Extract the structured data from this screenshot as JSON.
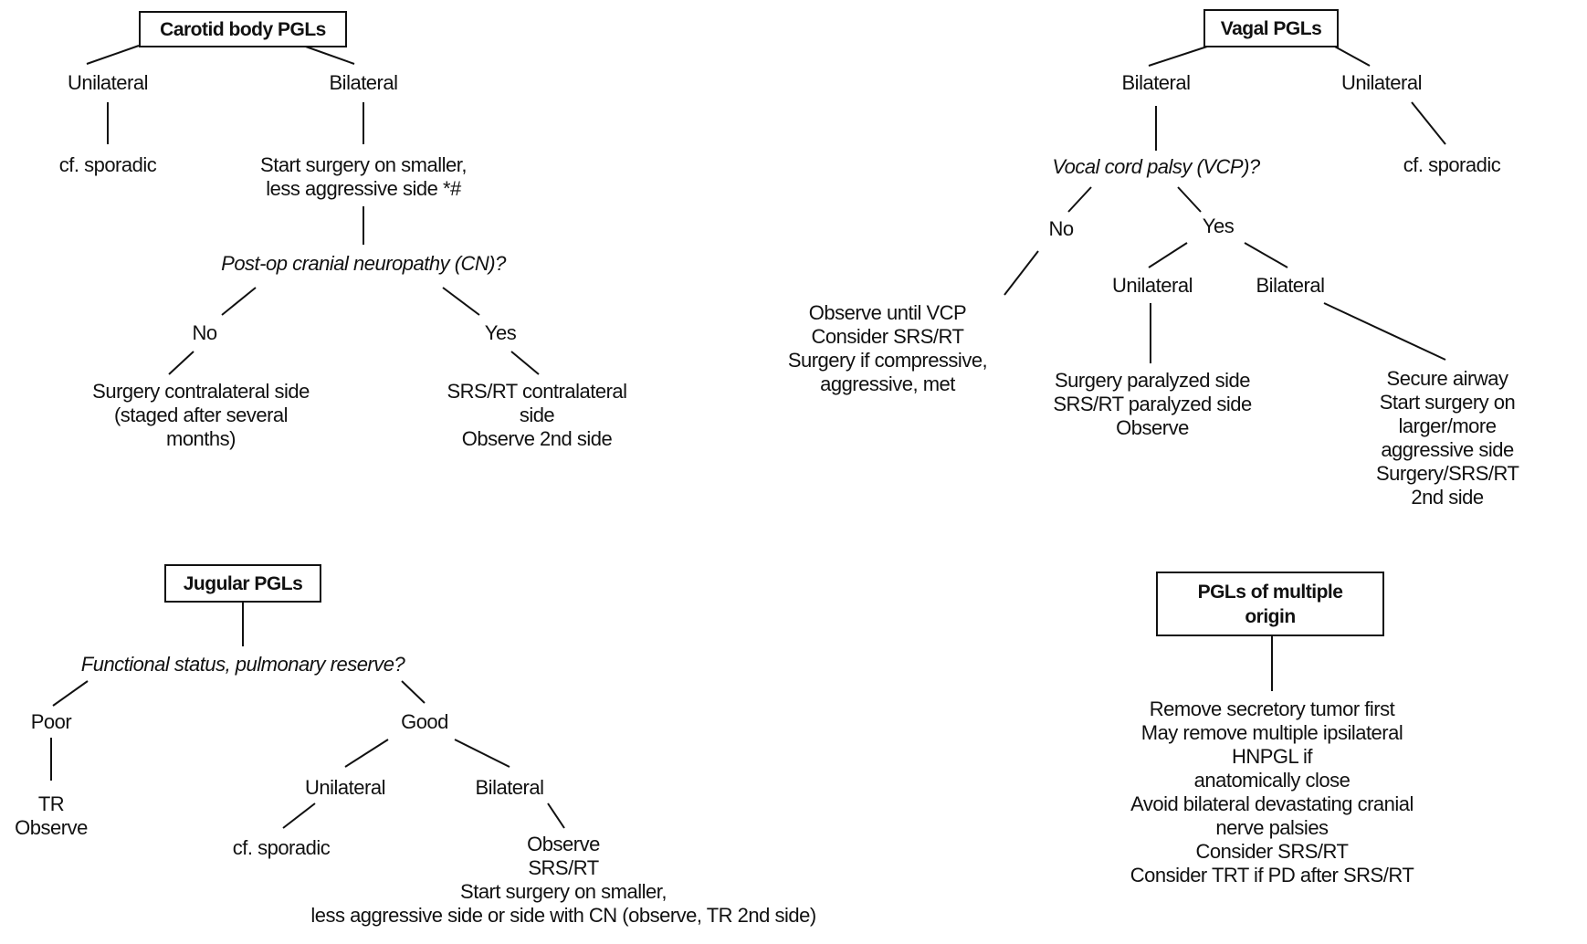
{
  "carotid": {
    "title": "Carotid body PGLs",
    "unilateral": "Unilateral",
    "bilateral": "Bilateral",
    "uni_outcome": "cf. sporadic",
    "bilateral_step": "Start surgery on smaller,\nless aggressive side *#",
    "question": "Post-op cranial neuropathy (CN)?",
    "no": "No",
    "yes": "Yes",
    "no_outcome": "Surgery contralateral side\n(staged after several\nmonths)",
    "yes_outcome": "SRS/RT contralateral\nside\nObserve 2nd side"
  },
  "vagal": {
    "title": "Vagal PGLs",
    "bilateral": "Bilateral",
    "unilateral": "Unilateral",
    "uni_outcome": "cf. sporadic",
    "question": "Vocal cord palsy (VCP)?",
    "no": "No",
    "yes": "Yes",
    "no_outcome": "Observe until VCP\nConsider SRS/RT\nSurgery if compressive,\naggressive, met",
    "yes_unilateral": "Unilateral",
    "yes_bilateral": "Bilateral",
    "yes_uni_outcome": "Surgery paralyzed side\nSRS/RT paralyzed side\nObserve",
    "yes_bi_outcome": "Secure airway\nStart surgery on\nlarger/more aggressive side\nSurgery/SRS/RT 2nd side"
  },
  "jugular": {
    "title": "Jugular PGLs",
    "question": "Functional status, pulmonary reserve?",
    "poor": "Poor",
    "good": "Good",
    "poor_outcome": "TR\nObserve",
    "unilateral": "Unilateral",
    "bilateral": "Bilateral",
    "uni_outcome": "cf. sporadic",
    "bi_outcome": "Observe\nSRS/RT\nStart surgery on smaller,\nless aggressive side or side with CN (observe, TR 2nd side)"
  },
  "multiple": {
    "title": "PGLs of multiple\norigin",
    "recommendations": "Remove secretory tumor first\nMay remove multiple ipsilateral HNPGL if\nanatomically close\nAvoid bilateral devastating cranial nerve palsies\nConsider SRS/RT\nConsider TRT if PD after SRS/RT"
  }
}
